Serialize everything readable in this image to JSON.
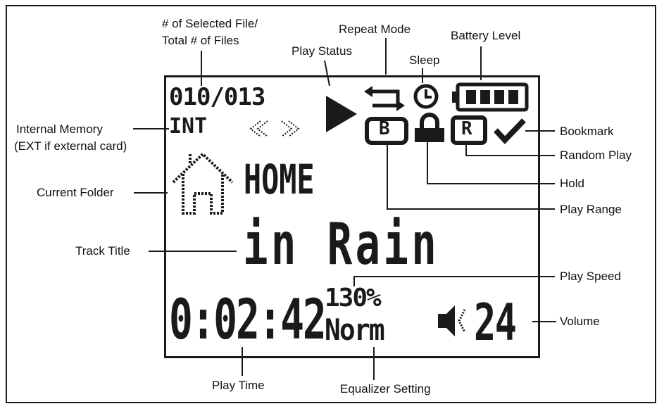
{
  "labels": {
    "selected_line1": "# of Selected File/",
    "selected_line2": "Total # of Files",
    "repeat_mode": "Repeat Mode",
    "battery_level": "Battery Level",
    "play_status": "Play Status",
    "sleep": "Sleep",
    "internal_memory_line1": "Internal Memory",
    "internal_memory_line2": "(EXT if external card)",
    "bookmark": "Bookmark",
    "random_play": "Random Play",
    "current_folder": "Current Folder",
    "hold": "Hold",
    "play_range": "Play Range",
    "track_title": "Track Title",
    "play_speed": "Play Speed",
    "volume": "Volume",
    "play_time": "Play Time",
    "equalizer_setting": "Equalizer Setting"
  },
  "display": {
    "file_counter": "010/013",
    "memory": "INT",
    "folder": "HOME",
    "track": "in Rain",
    "play_time": "0:02:42",
    "speed": "130%",
    "equalizer": "Norm",
    "volume": "24",
    "range_badge": "B",
    "random_badge": "R"
  },
  "icons": [
    "play-icon",
    "repeat-icon",
    "sleep-clock-icon",
    "battery-icon",
    "scroll-arrows-icon",
    "play-range-icon",
    "hold-lock-icon",
    "random-play-icon",
    "bookmark-check-icon",
    "folder-home-icon",
    "speaker-icon"
  ]
}
